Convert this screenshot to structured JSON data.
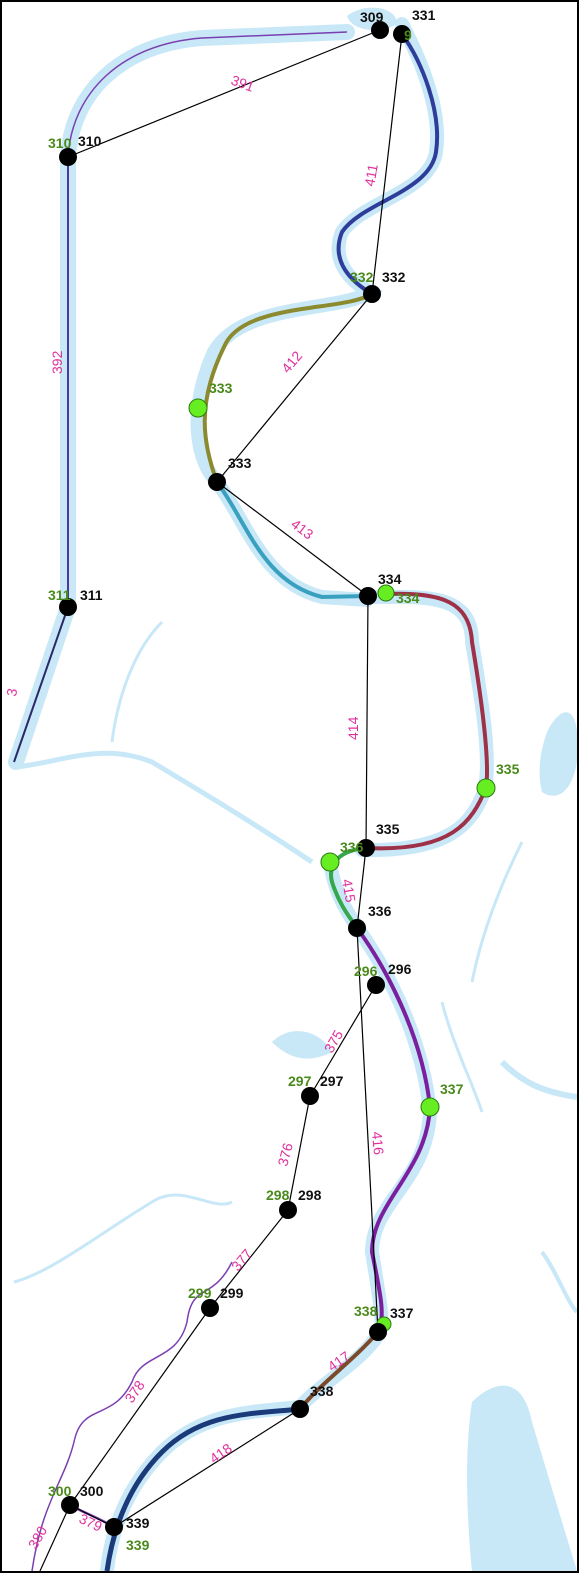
{
  "colors": {
    "water": "#c8e8f8",
    "black_node": "#000000",
    "green_node": "#66ee22",
    "black_label": "#111111",
    "green_label": "#4a8a1a",
    "link_label": "#e0309c"
  },
  "black_nodes": [
    {
      "id": "n309",
      "label": "309"
    },
    {
      "id": "n331",
      "label": "331"
    },
    {
      "id": "n310",
      "label": "310"
    },
    {
      "id": "n332",
      "label": "332"
    },
    {
      "id": "n333",
      "label": "333"
    },
    {
      "id": "n334",
      "label": "334"
    },
    {
      "id": "n311",
      "label": "311"
    },
    {
      "id": "n335",
      "label": "335"
    },
    {
      "id": "n336",
      "label": "336"
    },
    {
      "id": "n296",
      "label": "296"
    },
    {
      "id": "n297",
      "label": "297"
    },
    {
      "id": "n298",
      "label": "298"
    },
    {
      "id": "n299",
      "label": "299"
    },
    {
      "id": "n337",
      "label": "337"
    },
    {
      "id": "n338",
      "label": "338"
    },
    {
      "id": "n300",
      "label": "300"
    },
    {
      "id": "n339",
      "label": "339"
    }
  ],
  "green_nodes": [
    {
      "id": "g309",
      "label": "9"
    },
    {
      "id": "g310",
      "label": "310"
    },
    {
      "id": "g332",
      "label": "332"
    },
    {
      "id": "g333",
      "label": "333"
    },
    {
      "id": "g334",
      "label": "334"
    },
    {
      "id": "g311",
      "label": "311"
    },
    {
      "id": "g335",
      "label": "335"
    },
    {
      "id": "g336",
      "label": "336"
    },
    {
      "id": "g296",
      "label": "296"
    },
    {
      "id": "g297",
      "label": "297"
    },
    {
      "id": "g298",
      "label": "298"
    },
    {
      "id": "g299",
      "label": "299"
    },
    {
      "id": "g337",
      "label": "337"
    },
    {
      "id": "g338",
      "label": "338"
    },
    {
      "id": "g300",
      "label": "300"
    },
    {
      "id": "g339",
      "label": "339"
    }
  ],
  "links": [
    {
      "id": "l391",
      "label": "391"
    },
    {
      "id": "l392",
      "label": "392"
    },
    {
      "id": "l393",
      "label": "3"
    },
    {
      "id": "l411",
      "label": "411"
    },
    {
      "id": "l412",
      "label": "412"
    },
    {
      "id": "l413",
      "label": "413"
    },
    {
      "id": "l414",
      "label": "414"
    },
    {
      "id": "l415",
      "label": "415"
    },
    {
      "id": "l416",
      "label": "416"
    },
    {
      "id": "l375",
      "label": "375"
    },
    {
      "id": "l376",
      "label": "376"
    },
    {
      "id": "l377",
      "label": "377"
    },
    {
      "id": "l378",
      "label": "378"
    },
    {
      "id": "l417",
      "label": "417"
    },
    {
      "id": "l418",
      "label": "418"
    },
    {
      "id": "l379",
      "label": "379"
    },
    {
      "id": "l380",
      "label": "380"
    }
  ],
  "river_reaches": [
    {
      "id": "r331-332",
      "color": "#2e3d9a"
    },
    {
      "id": "r332-333",
      "color": "#8c8a2e"
    },
    {
      "id": "r333-334",
      "color": "#3aa0c0"
    },
    {
      "id": "r334-335",
      "color": "#9e3048"
    },
    {
      "id": "r335-336",
      "color": "#34a84a"
    },
    {
      "id": "r336-337",
      "color": "#7a1f9e"
    },
    {
      "id": "r337-338",
      "color": "#7a4a2a"
    },
    {
      "id": "r338-339",
      "color": "#1a3a7a"
    },
    {
      "id": "r309-310",
      "color": "#7a3fb0"
    },
    {
      "id": "r310-311",
      "color": "#4b3a9a"
    },
    {
      "id": "r296-300",
      "color": "#7a3fb0"
    }
  ]
}
